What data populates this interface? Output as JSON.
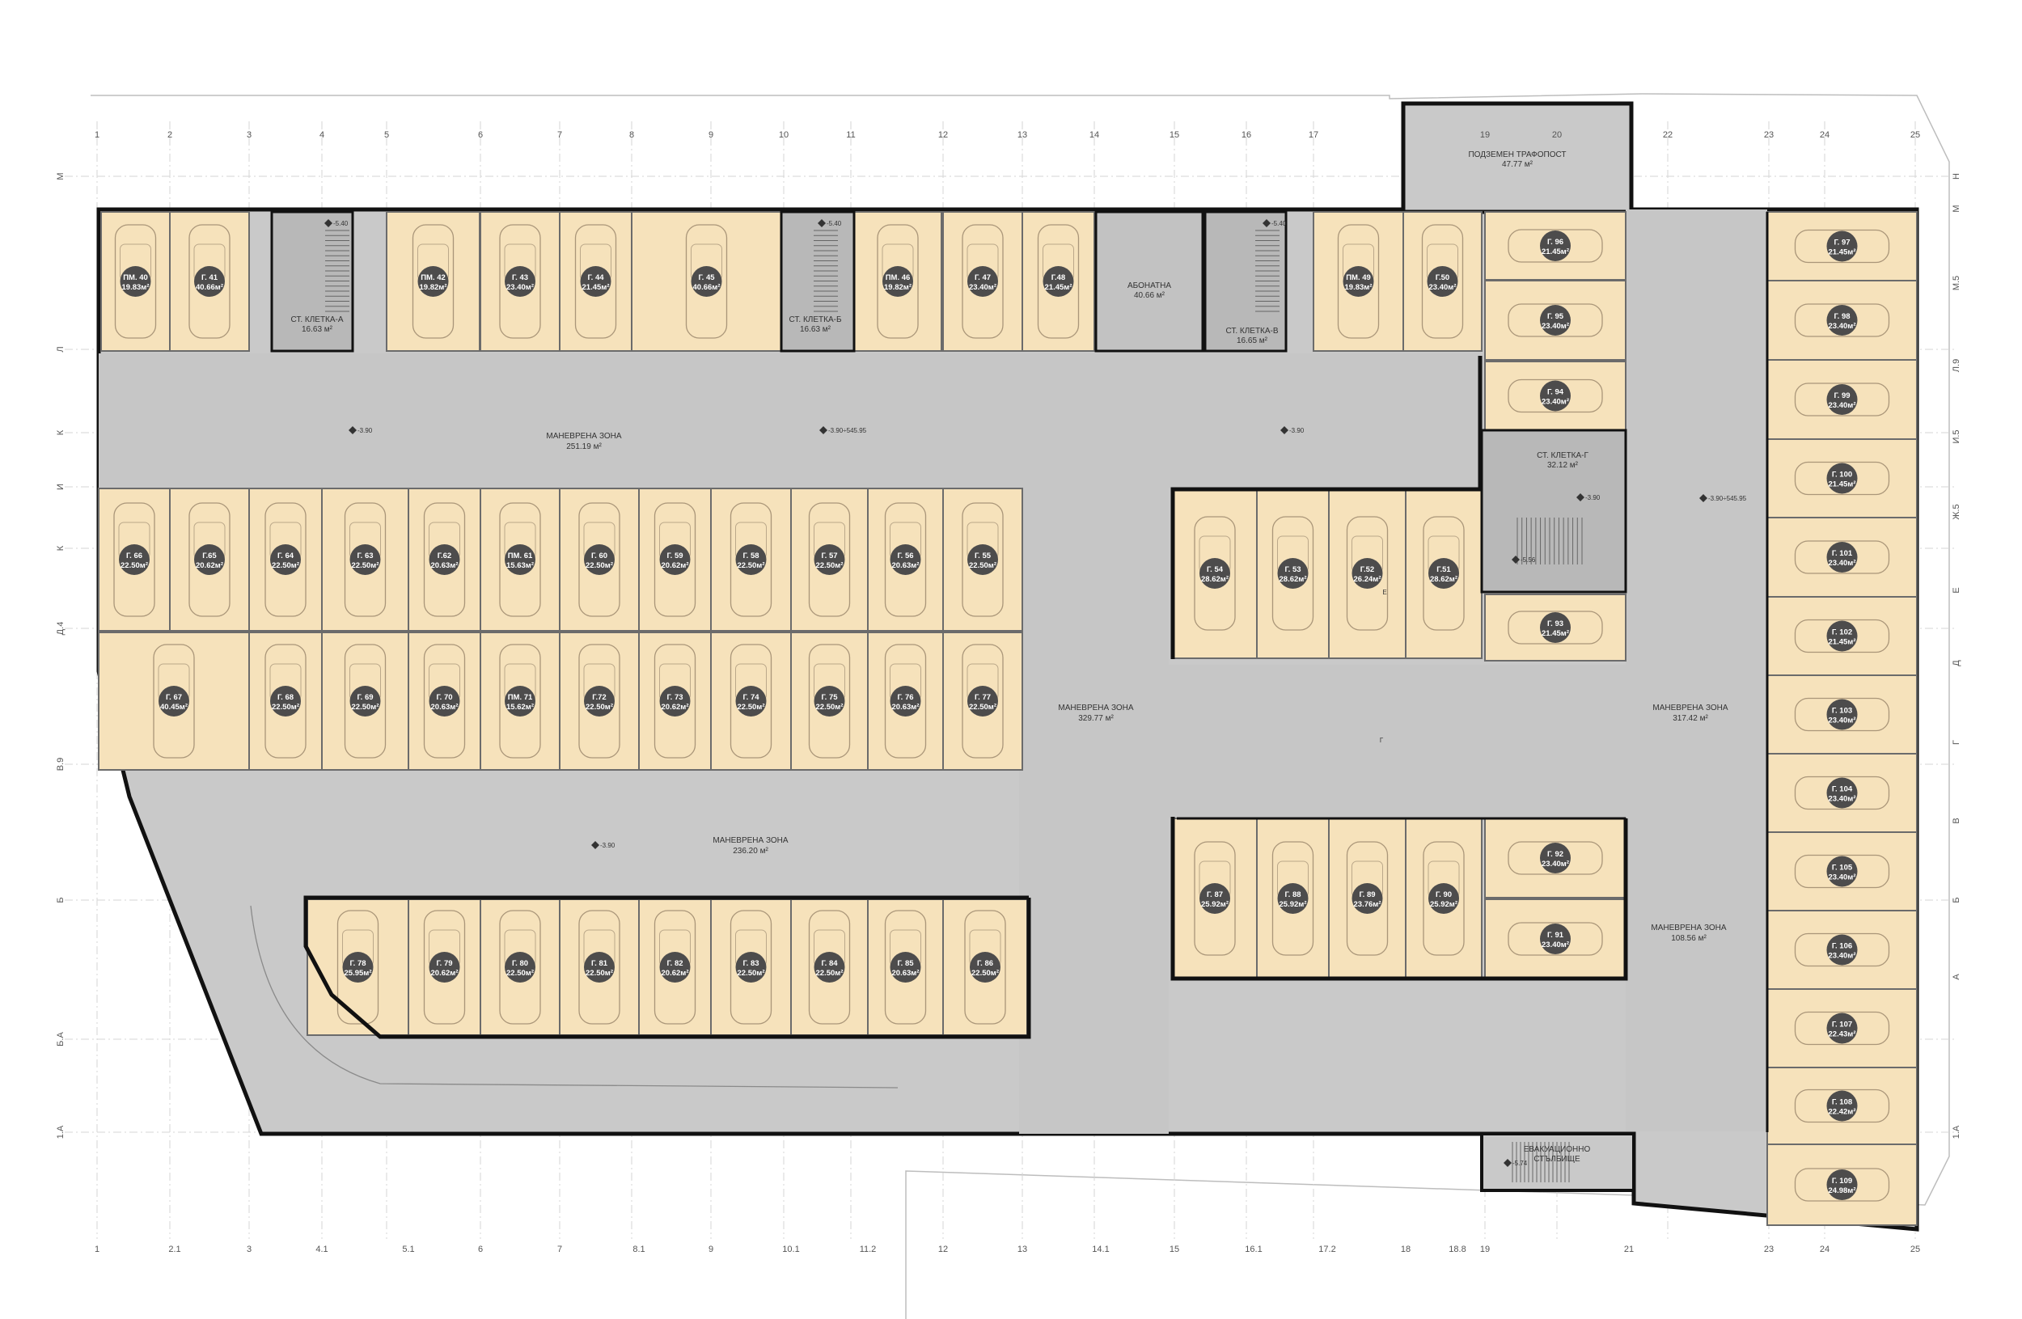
{
  "colors": {
    "space_fill": "#f6e2bb",
    "floor_fill": "#c9c9c9",
    "wall": "#111111",
    "badge": "#4d4c4c"
  },
  "grid_top": [
    "1",
    "2",
    "3",
    "4",
    "5",
    "6",
    "7",
    "8",
    "9",
    "10",
    "11",
    "12",
    "13",
    "14",
    "15",
    "16",
    "17",
    "19",
    "20",
    "22",
    "23",
    "24",
    "25"
  ],
  "grid_bottom": [
    "1",
    "2.1",
    "3",
    "4.1",
    "5.1",
    "6",
    "7",
    "8.1",
    "9",
    "10.1",
    "11.2",
    "12",
    "13",
    "14.1",
    "15",
    "16.1",
    "17.2",
    "18",
    "18.8",
    "19",
    "21",
    "23",
    "24",
    "25"
  ],
  "grid_left": [
    "М",
    "Л",
    "К",
    "И",
    "К",
    "Д.4",
    "В.9",
    "Б",
    "Б.А",
    "1.А"
  ],
  "grid_right": [
    "Н",
    "М",
    "М.5",
    "Л.9",
    "И.5",
    "Ж.5",
    "Е",
    "Д",
    "Г",
    "В",
    "Б",
    "А",
    "1.А"
  ],
  "parking_spaces": [
    {
      "id": "ПМ. 40",
      "area": "19.83м²"
    },
    {
      "id": "Г. 41",
      "area": "40.66м²"
    },
    {
      "id": "ПМ. 42",
      "area": "19.82м²"
    },
    {
      "id": "Г. 43",
      "area": "23.40м²"
    },
    {
      "id": "Г. 44",
      "area": "21.45м²"
    },
    {
      "id": "Г. 45",
      "area": "40.66м²"
    },
    {
      "id": "ПМ. 46",
      "area": "19.82м²"
    },
    {
      "id": "Г. 47",
      "area": "23.40м²"
    },
    {
      "id": "Г.48",
      "area": "21.45м²"
    },
    {
      "id": "ПМ. 49",
      "area": "19.83м²"
    },
    {
      "id": "Г.50",
      "area": "23.40м²"
    },
    {
      "id": "Г. 96",
      "area": "21.45м²"
    },
    {
      "id": "Г. 95",
      "area": "23.40м²"
    },
    {
      "id": "Г. 94",
      "area": "23.40м²"
    },
    {
      "id": "Г. 93",
      "area": "21.45м²"
    },
    {
      "id": "Г. 66",
      "area": "22.50м²"
    },
    {
      "id": "Г.65",
      "area": "20.62м²"
    },
    {
      "id": "Г. 64",
      "area": "22.50м²"
    },
    {
      "id": "Г. 63",
      "area": "22.50м²"
    },
    {
      "id": "Г.62",
      "area": "20.63м²"
    },
    {
      "id": "ПМ. 61",
      "area": "15.63м²"
    },
    {
      "id": "Г. 60",
      "area": "22.50м²"
    },
    {
      "id": "Г. 59",
      "area": "20.62м²"
    },
    {
      "id": "Г. 58",
      "area": "22.50м²"
    },
    {
      "id": "Г. 57",
      "area": "22.50м²"
    },
    {
      "id": "Г. 56",
      "area": "20.63м²"
    },
    {
      "id": "Г. 55",
      "area": "22.50м²"
    },
    {
      "id": "Г. 54",
      "area": "28.62м²"
    },
    {
      "id": "Г. 53",
      "area": "28.62м²"
    },
    {
      "id": "Г.52",
      "area": "26.24м²"
    },
    {
      "id": "Г.51",
      "area": "28.62м²"
    },
    {
      "id": "Г. 67",
      "area": "40.45м²"
    },
    {
      "id": "Г. 68",
      "area": "22.50м²"
    },
    {
      "id": "Г. 69",
      "area": "22.50м²"
    },
    {
      "id": "Г. 70",
      "area": "20.63м²"
    },
    {
      "id": "ПМ. 71",
      "area": "15.62м²"
    },
    {
      "id": "Г.72",
      "area": "22.50м²"
    },
    {
      "id": "Г. 73",
      "area": "20.62м²"
    },
    {
      "id": "Г. 74",
      "area": "22.50м²"
    },
    {
      "id": "Г. 75",
      "area": "22.50м²"
    },
    {
      "id": "Г. 76",
      "area": "20.63м²"
    },
    {
      "id": "Г. 77",
      "area": "22.50м²"
    },
    {
      "id": "Г. 78",
      "area": "25.95м²"
    },
    {
      "id": "Г. 79",
      "area": "20.62м²"
    },
    {
      "id": "Г. 80",
      "area": "22.50м²"
    },
    {
      "id": "Г. 81",
      "area": "22.50м²"
    },
    {
      "id": "Г. 82",
      "area": "20.62м²"
    },
    {
      "id": "Г. 83",
      "area": "22.50м²"
    },
    {
      "id": "Г. 84",
      "area": "22.50м²"
    },
    {
      "id": "Г. 85",
      "area": "20.63м²"
    },
    {
      "id": "Г. 86",
      "area": "22.50м²"
    },
    {
      "id": "Г. 87",
      "area": "25.92м²"
    },
    {
      "id": "Г. 88",
      "area": "25.92м²"
    },
    {
      "id": "Г. 89",
      "area": "23.76м²"
    },
    {
      "id": "Г. 90",
      "area": "25.92м²"
    },
    {
      "id": "Г. 92",
      "area": "23.40м²"
    },
    {
      "id": "Г. 91",
      "area": "23.40м²"
    },
    {
      "id": "Г. 97",
      "area": "21.45м²"
    },
    {
      "id": "Г. 98",
      "area": "23.40м²"
    },
    {
      "id": "Г. 99",
      "area": "23.40м²"
    },
    {
      "id": "Г. 100",
      "area": "21.45м²"
    },
    {
      "id": "Г. 101",
      "area": "23.40м²"
    },
    {
      "id": "Г. 102",
      "area": "21.45м²"
    },
    {
      "id": "Г. 103",
      "area": "23.40м²"
    },
    {
      "id": "Г. 104",
      "area": "23.40м²"
    },
    {
      "id": "Г. 105",
      "area": "23.40м²"
    },
    {
      "id": "Г. 106",
      "area": "23.40м²"
    },
    {
      "id": "Г. 107",
      "area": "22.43м²"
    },
    {
      "id": "Г. 108",
      "area": "22.42м²"
    },
    {
      "id": "Г. 109",
      "area": "24.98м²"
    }
  ],
  "zones": [
    {
      "title": "МАНЕВРЕНА ЗОНА",
      "area": "251.19 м²"
    },
    {
      "title": "МАНЕВРЕНА ЗОНА",
      "area": "329.77 м²"
    },
    {
      "title": "МАНЕВРЕНА ЗОНА",
      "area": "236.20 м²"
    },
    {
      "title": "МАНЕВРЕНА ЗОНА",
      "area": "317.42 м²"
    },
    {
      "title": "МАНЕВРЕНА ЗОНА",
      "area": "108.56 м²"
    }
  ],
  "rooms": [
    {
      "title": "СТ. КЛЕТКА-А",
      "area": "16.63 м²"
    },
    {
      "title": "СТ. КЛЕТКА-Б",
      "area": "16.63 м²"
    },
    {
      "title": "СТ. КЛЕТКА-В",
      "area": "16.65 м²"
    },
    {
      "title": "СТ. КЛЕТКА-Г",
      "area": "32.12 м²"
    },
    {
      "title": "АБОНАТНА",
      "area": "40.66 м²"
    },
    {
      "title": "ПОДЗЕМЕН ТРАФОПОСТ",
      "area": "47.77 м²"
    },
    {
      "title": "ЕВАКУАЦИОННО",
      "area": "СТЪЛБИЩЕ"
    }
  ],
  "levels": [
    "-5.40",
    "-5.40",
    "-5.40",
    "-3.90",
    "-3.90÷545.95",
    "-3.90",
    "-3.90",
    "-3.90",
    "-3.90÷545.95",
    "-5.56",
    "-5.74"
  ],
  "letters": [
    "Г",
    "Е"
  ]
}
